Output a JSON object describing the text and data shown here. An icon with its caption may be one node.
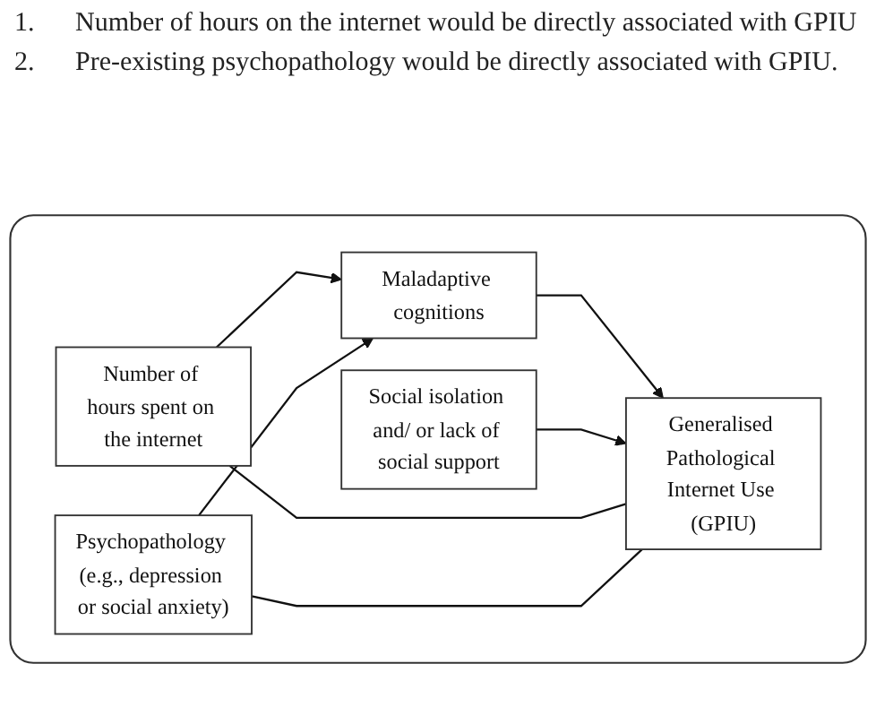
{
  "diagram": {
    "nodes": [
      {
        "text": [],
        "shape": "box"
      },
      {
        "text": [
          "Number of hours spent on the internet"
        ],
        "in": 0
      },
      {
        "text": [
          "Maladaptive cognitions"
        ],
        "in": 0
      },
      {
        "text": [
          "Generalised Pathological Internet Use (GPIU)"
        ],
        "in": 0
      },
      {
        "text": [
          "Psychopathology (e.g., depression or social anxiety)"
        ],
        "in": 0
      },
      {
        "text": [
          "Social isolation and/ or lack of social support"
        ],
        "in": 0
      }
    ],
    "edges": [
      {
        "from": 1,
        "to": 2,
        "arrow": "to"
      },
      {
        "from": 2,
        "to": 3,
        "arrow": "to"
      },
      {
        "from": 4,
        "to": 2,
        "arrow": "to"
      },
      {
        "from": 5,
        "to": 3,
        "arrow": "to"
      },
      {
        "from": 1,
        "to": 3,
        "arrow": "none"
      },
      {
        "from": 4,
        "to": 3,
        "arrow": "none"
      }
    ],
    "labels": [
      "1.",
      "Number of hours on the internet would be directly associated with GPIU",
      "2.",
      "Pre-existing psychopathology would be directly associated with GPIU."
    ]
  }
}
